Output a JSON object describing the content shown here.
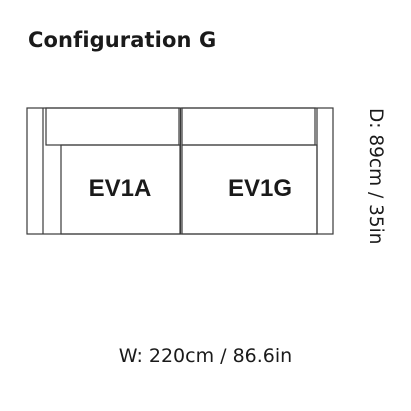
{
  "title": "Configuration G",
  "modules": [
    {
      "label": "EV1A"
    },
    {
      "label": "EV1G"
    }
  ],
  "dimensions": {
    "depth": "D: 89cm / 35in",
    "width": "W: 220cm / 86.6in"
  },
  "colors": {
    "line": "#3a3a3a",
    "text": "#1a1a1a",
    "background": "#ffffff"
  }
}
